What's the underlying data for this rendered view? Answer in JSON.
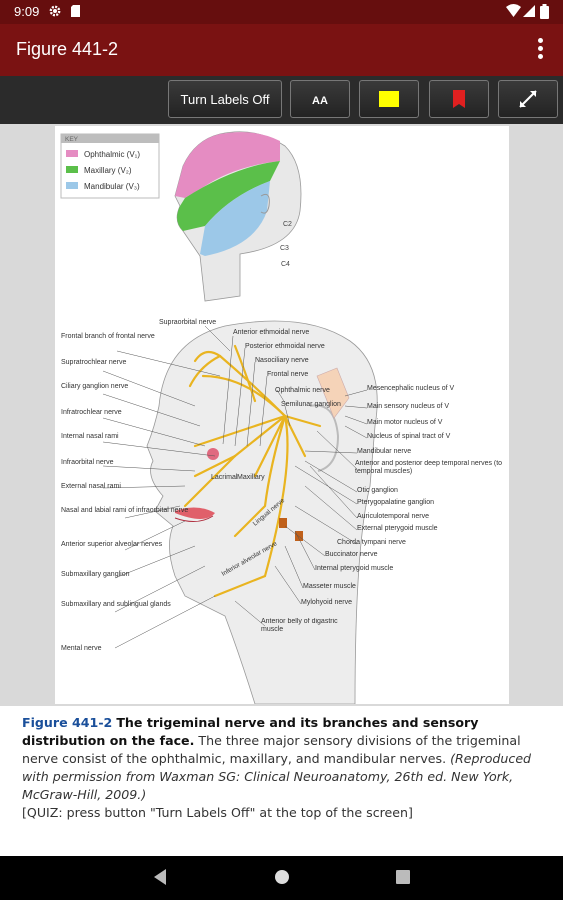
{
  "status_bar": {
    "time": "9:09",
    "icons": [
      "gear-icon",
      "sd-card-icon",
      "wifi-icon",
      "signal-icon",
      "battery-icon"
    ]
  },
  "app_bar": {
    "title": "Figure 441-2",
    "menu_icon": "more-vert-icon"
  },
  "toolbar": {
    "toggle_labels": "Turn Labels Off",
    "font_size_label": "AA",
    "highlight_color": "#ffff00",
    "bookmark_color": "#e02020",
    "expand_icon": "expand-icon"
  },
  "figure": {
    "key": {
      "title": "KEY",
      "items": [
        {
          "label": "Ophthalmic (V₁)",
          "color": "#e58cc2"
        },
        {
          "label": "Maxillary (V₂)",
          "color": "#5bbf4a"
        },
        {
          "label": "Mandibular (V₃)",
          "color": "#9cc8e8"
        }
      ]
    },
    "dermatomes": [
      "C2",
      "C3",
      "C4"
    ],
    "inner_labels": [
      "Lacrimal",
      "Maxillary",
      "Lingual nerve",
      "Inferior alveolar nerve"
    ],
    "labels_left": [
      "Frontal branch of frontal nerve",
      "Supratrochlear nerve",
      "Ciliary ganglion nerve",
      "Infratrochlear nerve",
      "Internal nasal rami",
      "Infraorbital nerve",
      "External nasal rami",
      "Nasal and labial rami of infraorbital nerve",
      "Anterior superior alveolar nerves",
      "Submaxillary ganglion",
      "Submaxillary and sublingual glands",
      "Mental nerve"
    ],
    "labels_top": [
      "Supraorbital nerve",
      "Anterior ethmoidal nerve",
      "Posterior ethmoidal nerve",
      "Nasociliary nerve",
      "Frontal nerve",
      "Ophthalmic nerve",
      "Semilunar ganglion"
    ],
    "labels_right": [
      "Mesencephalic nucleus of V",
      "Main sensory nucleus of V",
      "Main motor nucleus of V",
      "Nucleus of spinal tract of V",
      "Mandibular nerve",
      "Anterior and posterior deep temporal nerves (to temporal muscles)",
      "Otic ganglion",
      "Pterygopalatine ganglion",
      "Auriculotemporal nerve",
      "External pterygoid muscle",
      "Chorda tympani nerve",
      "Buccinator nerve",
      "Internal pterygoid muscle",
      "Masseter muscle",
      "Mylohyoid nerve",
      "Anterior belly of digastric muscle"
    ]
  },
  "caption": {
    "fig_number": "Figure 441-2",
    "title": "The trigeminal nerve and its branches and sensory distribution on the face.",
    "body": "The three major sensory divisions of the trigeminal nerve consist of the ophthalmic, maxillary, and mandibular nerves.",
    "credit": "(Reproduced with permission from Waxman SG: Clinical Neuroanatomy, 26th ed. New York, McGraw-Hill, 2009.)",
    "quiz": "[QUIZ: press button \"Turn Labels Off\" at the top of the screen]"
  },
  "nav_bar": {
    "icons": [
      "back-icon",
      "home-icon",
      "recents-icon"
    ]
  }
}
